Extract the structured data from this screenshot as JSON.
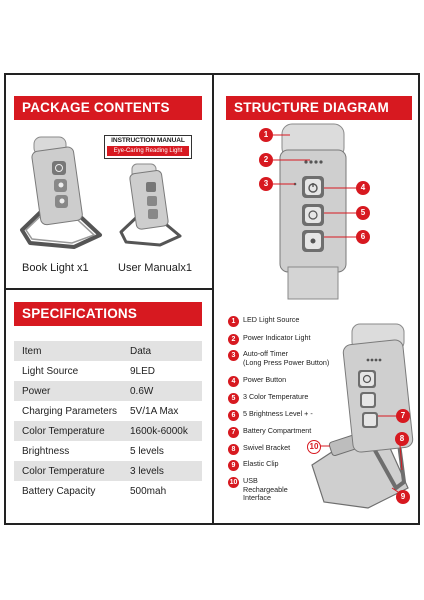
{
  "package": {
    "title": "PACKAGE CONTENTS",
    "items": [
      {
        "caption": "Book Light x1"
      },
      {
        "caption": "User Manualx1"
      }
    ],
    "manual_card": {
      "title": "INSTRUCTION MANUAL",
      "subtitle": "Eye-Caring Reading Light"
    }
  },
  "specifications": {
    "title": "SPECIFICATIONS",
    "rows": [
      {
        "label": "Item",
        "value": "Data"
      },
      {
        "label": "Light Source",
        "value": "9LED"
      },
      {
        "label": "Power",
        "value": "0.6W"
      },
      {
        "label": "Charging Parameters",
        "value": "5V/1A Max"
      },
      {
        "label": "Color Temperature",
        "value": "1600k-6000k"
      },
      {
        "label": "Brightness",
        "value": "5 levels"
      },
      {
        "label": "Color Temperature",
        "value": "3 levels"
      },
      {
        "label": "Battery Capacity",
        "value": "500mah"
      }
    ]
  },
  "structure": {
    "title": "STRUCTURE DIAGRAM",
    "legend": [
      {
        "num": "1",
        "text": "LED Light Source"
      },
      {
        "num": "2",
        "text": "Power Indicator Light"
      },
      {
        "num": "3",
        "text": "Auto-off Timer",
        "text2": "(Long Press Power Button)"
      },
      {
        "num": "4",
        "text": "Power Button"
      },
      {
        "num": "5",
        "text": "3 Color Temperature"
      },
      {
        "num": "6",
        "text": "5 Brightness Level + -"
      },
      {
        "num": "7",
        "text": "Battery Compartment"
      },
      {
        "num": "8",
        "text": "Swivel Bracket"
      },
      {
        "num": "9",
        "text": "Elastic Clip"
      },
      {
        "num": "10",
        "text": "USB",
        "text2": "Rechargeable",
        "text3": "Interface"
      }
    ],
    "top_callouts": [
      "1",
      "2",
      "3",
      "4",
      "5",
      "6"
    ],
    "bottom_callouts": [
      "7",
      "8",
      "9",
      "10"
    ]
  },
  "colors": {
    "accent": "#d71920",
    "device": "#cfcfcf",
    "device_dark": "#6e6e6e"
  }
}
